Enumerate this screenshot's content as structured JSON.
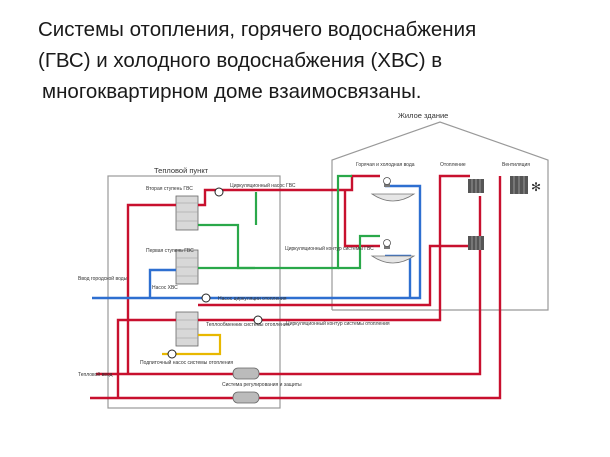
{
  "slide": {
    "title_line1": "Системы отопления, горячего водоснабжения",
    "title_line2": "(ГВС) и холодного водоснабжения (ХВС) в",
    "title_line3": " многоквартирном  доме взаимосвязаны."
  },
  "diagram": {
    "building_label": "Жилое здание",
    "substation_label": "Тепловой пункт",
    "labels": {
      "second_stage": "Вторая ступень ГВС",
      "first_stage": "Первая ступень ГВС",
      "circ_pump_gvs": "Циркуляционный насос ГВС",
      "circ_loop_gvs": "Циркуляционный контур системы ГВС",
      "water_inlet": "Ввод городской воды",
      "pump_hvs": "Насос ХВС",
      "circ_pump_heating": "Насос циркуляции отопления",
      "heat_exchanger": "Теплообменник системы отопления",
      "circ_loop_heating": "Циркуляционный контур системы отопления",
      "makeup": "Подпиточный насос системы отопления",
      "heat_input": "Тепловой ввод",
      "regulation": "Система регулирования и защиты",
      "hot_cold": "Горячая и холодная вода",
      "heating": "Отопление",
      "ventilation": "Вентиляция"
    },
    "colors": {
      "hot": "#c8102e",
      "cold": "#2e6fd0",
      "warm": "#2aa84a",
      "makeup": "#e8b800",
      "outline": "#888888"
    }
  }
}
